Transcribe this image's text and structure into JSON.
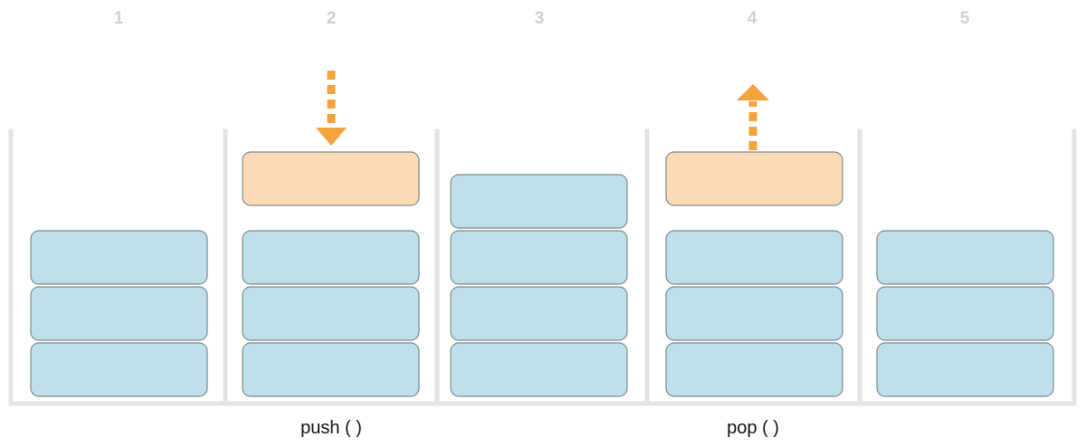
{
  "colors": {
    "stack_block": "#bde0ea",
    "active_block": "#fcdab5",
    "arrow": "#f4a33c",
    "wall": "#e3e3e3",
    "step_number": "#d0d0d0"
  },
  "steps": [
    {
      "number": "1",
      "stack_size": 3,
      "active": "none",
      "operation": ""
    },
    {
      "number": "2",
      "stack_size": 3,
      "active": "incoming",
      "operation": "push ( )"
    },
    {
      "number": "3",
      "stack_size": 4,
      "active": "none",
      "operation": ""
    },
    {
      "number": "4",
      "stack_size": 3,
      "active": "outgoing",
      "operation": "pop ( )"
    },
    {
      "number": "5",
      "stack_size": 3,
      "active": "none",
      "operation": ""
    }
  ]
}
